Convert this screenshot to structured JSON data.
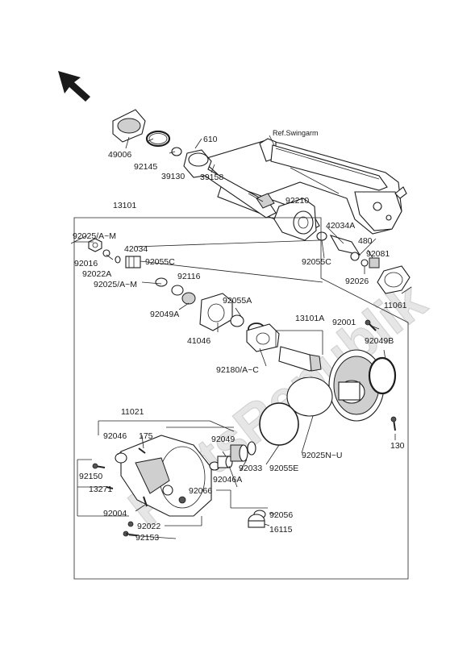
{
  "watermark": "PartsRepublik",
  "reference_label": "Ref.Swingarm",
  "parts": {
    "p49006": "49006",
    "p92145": "92145",
    "p39130": "39130",
    "p610": "610",
    "p39158": "39158",
    "p92210": "92210",
    "p13101": "13101",
    "p42034A": "42034A",
    "p480": "480",
    "p92081": "92081",
    "p92025AM_top": "92025/A~M",
    "p42034": "42034",
    "p92016": "92016",
    "p92055C_top": "92055C",
    "p92022A": "92022A",
    "p92025AM_mid": "92025/A~M",
    "p92116": "92116",
    "p92055C_right": "92055C",
    "p92026": "92026",
    "p11061": "11061",
    "p92049A": "92049A",
    "p92055A": "92055A",
    "p41046": "41046",
    "p13101A": "13101A",
    "p92001": "92001",
    "p92049B": "92049B",
    "p92180AC": "92180/A~C",
    "p11021": "11021",
    "p92046": "92046",
    "p175": "175",
    "p92049": "92049",
    "p92150": "92150",
    "p13271": "13271",
    "p92033": "92033",
    "p92055E": "92055E",
    "p92025NU": "92025N~U",
    "p130": "130",
    "p92046A": "92046A",
    "p92066": "92066",
    "p92004": "92004",
    "p92022": "92022",
    "p92056": "92056",
    "p92153": "92153",
    "p16115": "16115"
  }
}
